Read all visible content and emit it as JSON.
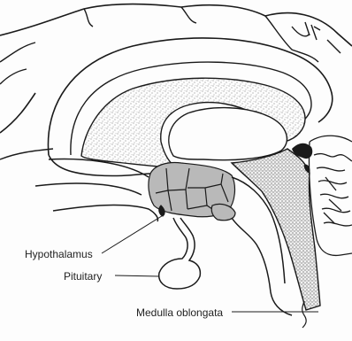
{
  "labels": {
    "hypothalamus": "Hypothalamus",
    "pituitary": "Pituitary",
    "medulla": "Medulla oblongata"
  },
  "colors": {
    "line": "#1a1a1a",
    "stipple": "#555555",
    "hypothalamus_fill": "#b9b9b9",
    "background": "#fdfdfd"
  }
}
